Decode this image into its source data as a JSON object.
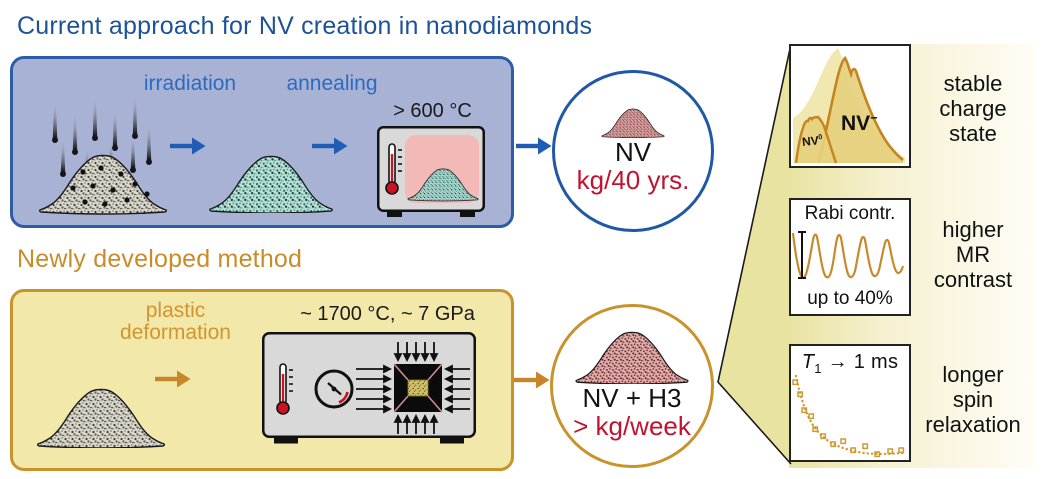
{
  "figure": {
    "title_current": "Current approach for NV creation in nanodiamonds",
    "title_new": "Newly developed method"
  },
  "current_method": {
    "step1": "irradiation",
    "step2": "annealing",
    "oven_temp": "> 600 °C",
    "result": {
      "material": "NV",
      "rate": "kg/40 yrs."
    }
  },
  "new_method": {
    "step_line1": "plastic",
    "step_line2": "deformation",
    "conditions": "~ 1700 °C, ~ 7 GPa",
    "result": {
      "material": "NV + H3",
      "rate": "> kg/week"
    }
  },
  "benefits": [
    {
      "plot": {
        "minor_peak": "NV",
        "minor_sup": "0",
        "major_peak": "NV",
        "major_sup": "−"
      },
      "caption": [
        "stable",
        "charge",
        "state"
      ]
    },
    {
      "plot": {
        "top": "Rabi contr.",
        "bottom": "up to 40%"
      },
      "caption": [
        "higher",
        "MR",
        "contrast"
      ]
    },
    {
      "plot": {
        "symbol": "T",
        "sub": "1",
        "rest": " → 1 ms"
      },
      "caption": [
        "longer",
        "spin",
        "relaxation"
      ]
    }
  ],
  "colors": {
    "blue_accent": "#2d5da9",
    "blue_fill": "#a8b2d5",
    "blue_text": "#2b6bbf",
    "blue_title": "#1c5396",
    "orange_accent": "#c9932c",
    "yellow_fill": "#f1e8aa",
    "orange_text": "#d2952f",
    "red_text": "#c1132f",
    "curve_orange": "#c8892b",
    "wedge_fill": "#e9e3a1"
  }
}
